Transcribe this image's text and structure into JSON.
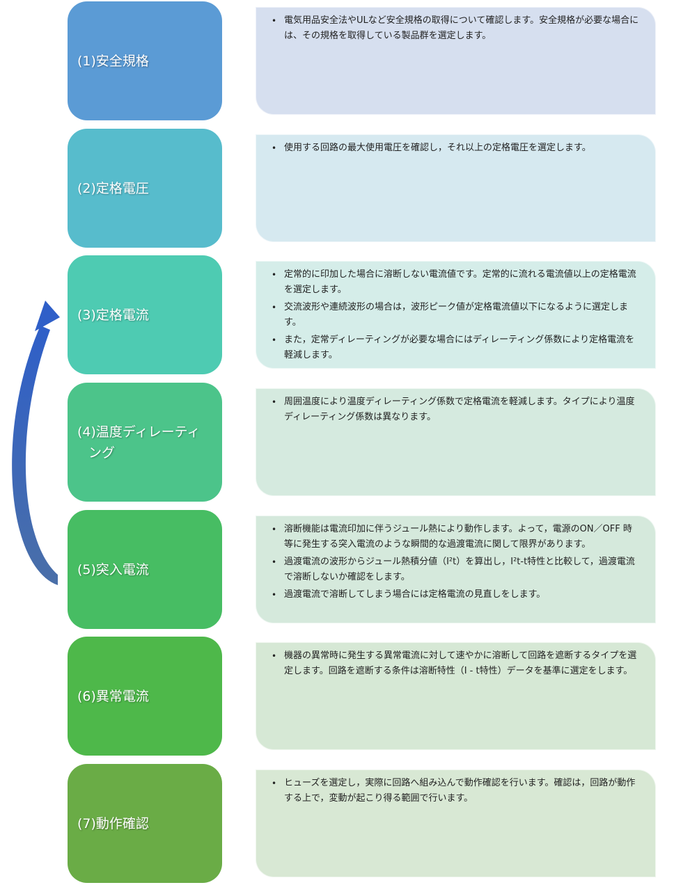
{
  "colors": {
    "arrow": "#3a62b6",
    "arrow_light": "#5a7fc9"
  },
  "steps": [
    {
      "label": "(1)安全規格",
      "color": "#5b9bd5",
      "desc_color": "#d6dfef",
      "bullets": [
        "電気用品安全法やULなど安全規格の取得について確認します。安全規格が必要な場合には、その規格を取得している製品群を選定します。"
      ]
    },
    {
      "label": "(2)定格電圧",
      "color": "#57bccc",
      "desc_color": "#d6e9f0",
      "bullets": [
        "使用する回路の最大使用電圧を確認し，それ以上の定格電圧を選定します。"
      ]
    },
    {
      "label": "(3)定格電流",
      "color": "#4ecbb2",
      "desc_color": "#d5ede9",
      "bullets": [
        "定常的に印加した場合に溶断しない電流値です。定常的に流れる電流値以上の定格電流を選定します。",
        "交流波形や連続波形の場合は，波形ピーク値が定格電流値以下になるように選定します。",
        "また，定常ディレーティングが必要な場合にはディレーティング係数により定格電流を軽減します。"
      ]
    },
    {
      "label": "(4)温度ディレーティング",
      "color": "#4cc48a",
      "desc_color": "#d5eadf",
      "bullets": [
        "周囲温度により温度ディレーティング係数で定格電流を軽減します。タイプにより温度ディレーティング係数は異なります。"
      ]
    },
    {
      "label": "(5)突入電流",
      "color": "#47bd63",
      "desc_color": "#d5e9dc",
      "bullets": [
        "溶断機能は電流印加に伴うジュール熱により動作します。よって，電源のON／OFF 時等に発生する突入電流のような瞬間的な過渡電流に関して限界があります。",
        "過渡電流の波形からジュール熱積分値（I²t）を算出し，I²t-t特性と比較して，過渡電流で溶断しないか確認をします。",
        "過渡電流で溶断してしまう場合には定格電流の見直しをします。"
      ]
    },
    {
      "label": "(6)異常電流",
      "color": "#4eb84a",
      "desc_color": "#d6e8d5",
      "bullets": [
        "機器の異常時に発生する異常電流に対して速やかに溶断して回路を遮断するタイプを選定します。回路を遮断する条件は溶断特性（I - t特性）データを基準に選定をします。"
      ]
    },
    {
      "label": "(7)動作確認",
      "color": "#6aac46",
      "desc_color": "#d8e8d4",
      "bullets": [
        "ヒューズを選定し，実際に回路へ組み込んで動作確認を行います。確認は，回路が動作する上で，変動が起こり得る範囲で行います。"
      ]
    }
  ]
}
